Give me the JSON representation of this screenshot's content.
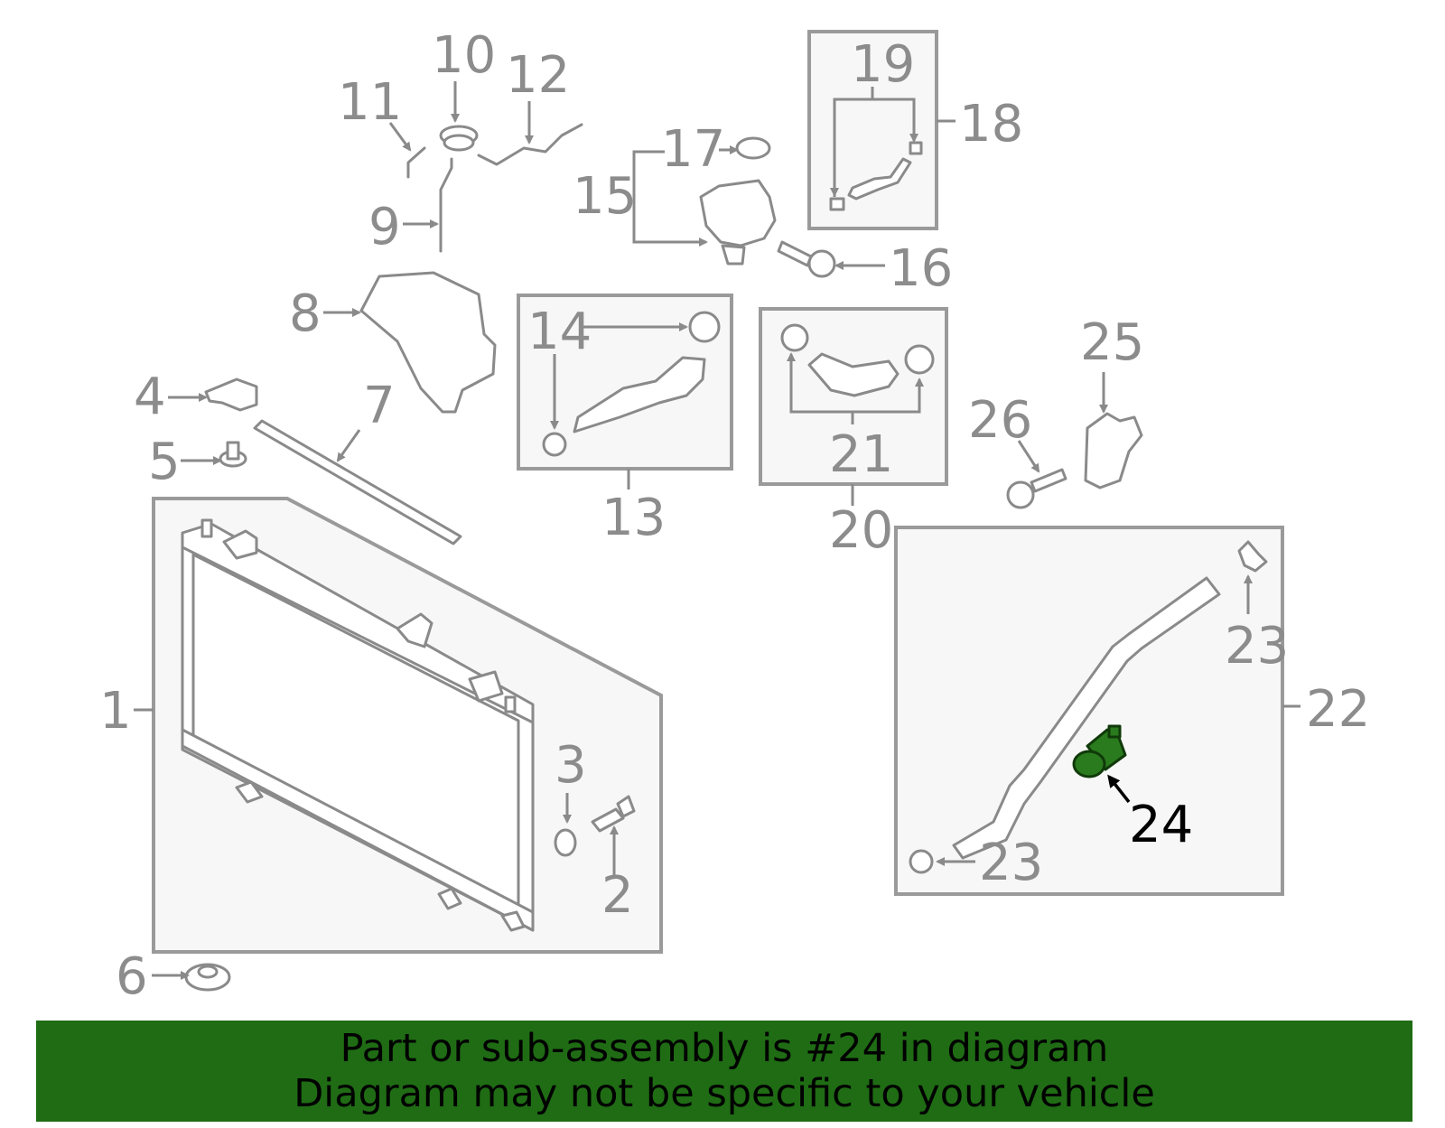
{
  "callouts": [
    "1",
    "2",
    "3",
    "4",
    "5",
    "6",
    "7",
    "8",
    "9",
    "10",
    "11",
    "12",
    "13",
    "14",
    "15",
    "16",
    "17",
    "18",
    "19",
    "20",
    "21",
    "22",
    "23",
    "24",
    "25",
    "26"
  ],
  "highlight": {
    "number": "24",
    "color": "#2a7a1e"
  },
  "banner": {
    "line1": "Part or sub-assembly is #24 in diagram",
    "line2": "Diagram may not be specific to your vehicle",
    "background": "#1f6c14"
  }
}
